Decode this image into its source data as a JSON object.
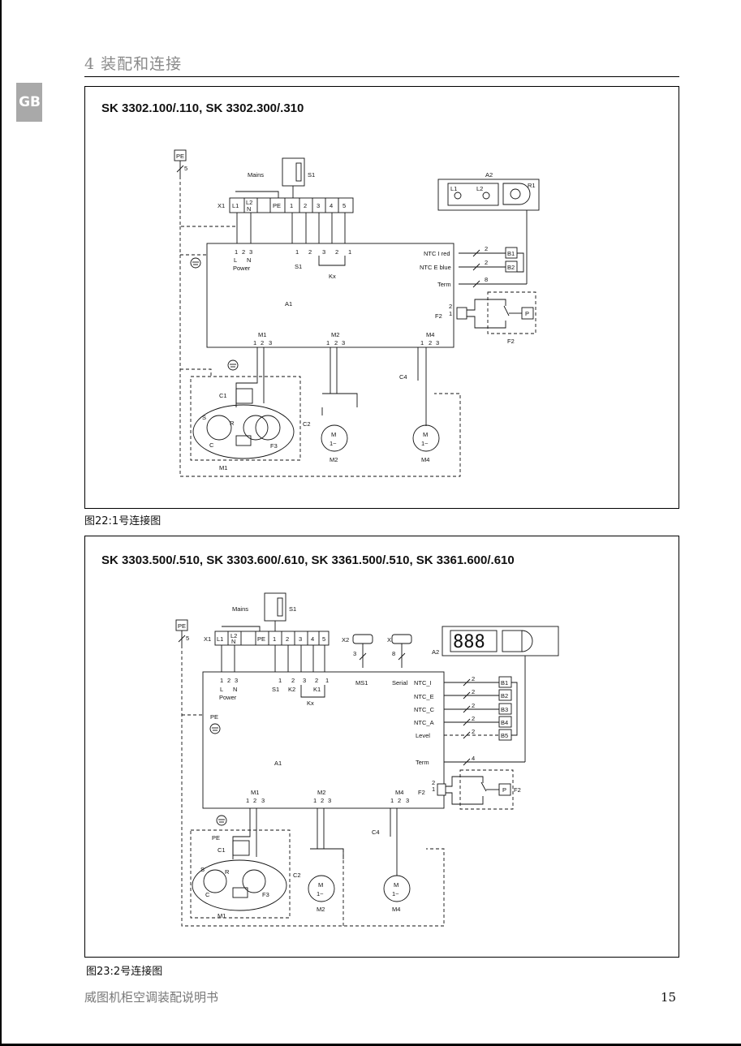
{
  "header": {
    "section": "4   装配和连接",
    "tab": "GB"
  },
  "figure1": {
    "title": "SK 3302.100/.110, SK 3302.300/.310",
    "caption": "图22:1号连接图",
    "labels": {
      "pe": "PE",
      "pe_num": "5",
      "mains": "Mains",
      "s1": "S1",
      "x1": "X1",
      "l1": "L1",
      "l2": "L2",
      "n": "N",
      "pe_term": "PE",
      "t1": "1",
      "t2": "2",
      "t3": "3",
      "t4": "4",
      "t5": "5",
      "power": "Power",
      "L": "L",
      "N": "N",
      "kx": "Kx",
      "a2": "A2",
      "r1": "R1",
      "a1": "A1",
      "ntc_red": "NTC I red",
      "ntc_blue": "NTC E blue",
      "term": "Term",
      "b1": "B1",
      "b2": "B2",
      "f2": "F2",
      "p": "P",
      "m1": "M1",
      "m2": "M2",
      "m4": "M4",
      "c1": "C1",
      "c2": "C2",
      "c4": "C4",
      "f3": "F3",
      "s": "S",
      "r": "R",
      "c": "C",
      "m": "M",
      "m_phase": "1~",
      "w2": "2",
      "w8": "8",
      "w1": "1"
    }
  },
  "figure2": {
    "title": "SK 3303.500/.510, SK 3303.600/.610, SK 3361.500/.510, SK 3361.600/.610",
    "caption": "图23:2号连接图",
    "labels": {
      "pe": "PE",
      "pe_num": "5",
      "mains": "Mains",
      "s1": "S1",
      "x1": "X1",
      "l1": "L1",
      "l2": "L2",
      "n": "N",
      "pe_term": "PE",
      "t1": "1",
      "t2": "2",
      "t3": "3",
      "t4": "4",
      "t5": "5",
      "power": "Power",
      "L": "L",
      "N": "N",
      "k2": "K2",
      "k1": "K1",
      "kx": "Kx",
      "x2": "X2",
      "x3": "X3",
      "ms1": "MS1",
      "serial": "Serial",
      "w3": "3",
      "w8": "8",
      "a2": "A2",
      "display": "888",
      "a1": "A1",
      "ntc_i": "NTC_I",
      "ntc_e": "NTC_E",
      "ntc_c": "NTC_C",
      "ntc_a": "NTC_A",
      "level": "Level",
      "term": "Term",
      "b1": "B1",
      "b2": "B2",
      "b3": "B3",
      "b4": "B4",
      "b5": "B5",
      "f2": "F2",
      "p": "P",
      "m1": "M1",
      "m2": "M2",
      "m4": "M4",
      "c1": "C1",
      "c2": "C2",
      "c4": "C4",
      "f3": "F3",
      "s": "S",
      "r": "R",
      "c": "C",
      "m": "M",
      "m_phase": "1~",
      "w2": "2",
      "w4": "4",
      "w1": "1"
    }
  },
  "footer": {
    "manual": "威图机柜空调装配说明书",
    "page": "15"
  }
}
